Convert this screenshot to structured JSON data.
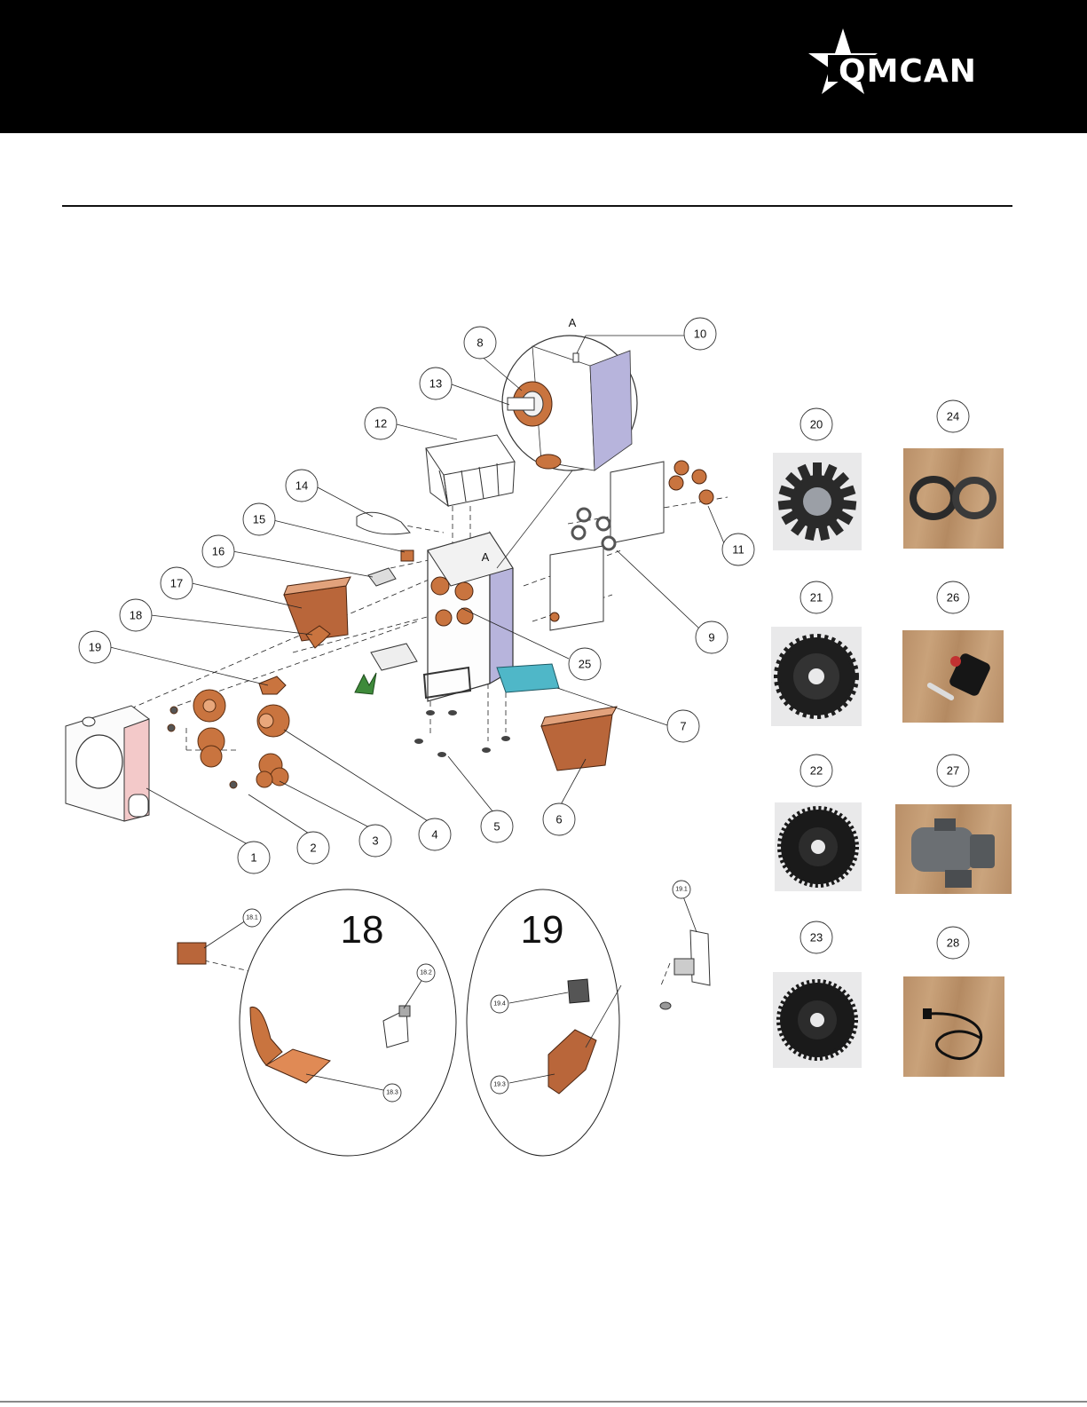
{
  "header": {
    "brand": "OMCAN"
  },
  "view_label": "A",
  "detail_titles": {
    "d18": "18",
    "d19": "19"
  },
  "callouts": {
    "c1": "1",
    "c2": "2",
    "c3": "3",
    "c4": "4",
    "c5": "5",
    "c6": "6",
    "c7": "7",
    "c8": "8",
    "c9": "9",
    "c10": "10",
    "c11": "11",
    "c12": "12",
    "c13": "13",
    "c14": "14",
    "c15": "15",
    "c16": "16",
    "c17": "17",
    "c18": "18",
    "c19": "19",
    "c20": "20",
    "c21": "21",
    "c22": "22",
    "c23": "23",
    "c24": "24",
    "c25": "25",
    "c26": "26",
    "c27": "27",
    "c28": "28",
    "c18_1": "18.1",
    "c18_2": "18.2",
    "c18_3": "18.3",
    "c19_1": "19.1",
    "c19_3": "19.3",
    "c19_4": "19.4"
  },
  "colors": {
    "header_bg": "#000000",
    "part_orange": "#c9743f",
    "panel_lilac": "#b7b4dc",
    "tray_cyan": "#4fb7c8"
  }
}
